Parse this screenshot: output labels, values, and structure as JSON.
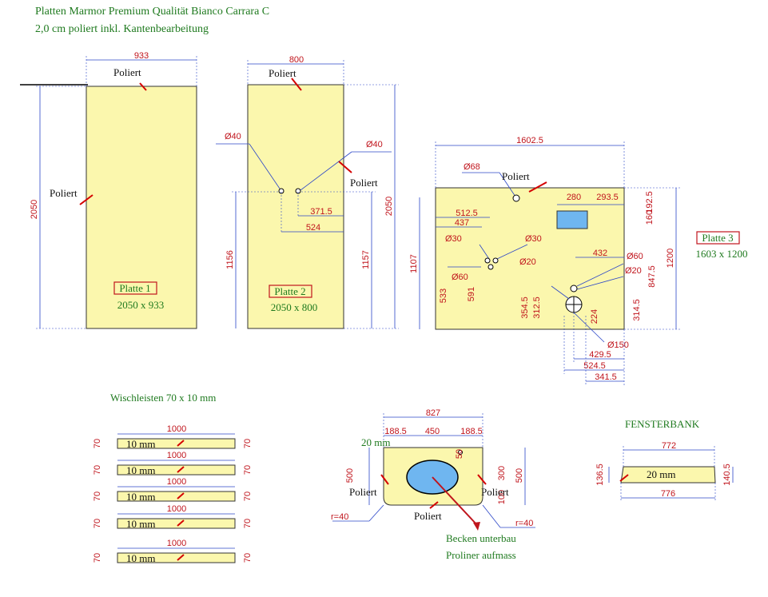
{
  "header": {
    "line1": "Platten Marmor Premium Qualität Bianco Carrara C",
    "line2": "2,0 cm poliert inkl. Kantenbearbeitung"
  },
  "words": {
    "poliert": "Poliert",
    "leisten_title": "Wischleisten 70 x 10 mm",
    "fensterbank_title": "FENSTERBANK",
    "becken_line1": "Becken unterbau",
    "becken_line2": "Proliner aufmass"
  },
  "platte1": {
    "label": "Platte 1",
    "size": "2050 x 933",
    "dims": {
      "width": "933",
      "height": "2050"
    }
  },
  "platte2": {
    "label": "Platte 2",
    "size": "2050 x 800",
    "dims": {
      "width": "800",
      "height": "2050",
      "hole_left": "Ø40",
      "hole_right": "Ø40",
      "left_height": "1156",
      "right_height": "1157",
      "offset1": "371.5",
      "offset2": "524"
    }
  },
  "platte3": {
    "label": "Platte 3",
    "size": "1603 x 1200",
    "dims": {
      "width": "1602.5",
      "height_left": "1107",
      "height_right": "1200",
      "d68": "Ø68",
      "w280": "280",
      "w293": "293.5",
      "v192": "192.5",
      "v160": "160",
      "d512": "512.5",
      "d437": "437",
      "d30a": "Ø30",
      "d30b": "Ø30",
      "d20a": "Ø20",
      "d60a": "Ø60",
      "d432": "432",
      "d60b": "Ø60",
      "d20b": "Ø20",
      "v847": "847.5",
      "v533": "533",
      "v591": "591",
      "v354": "354.5",
      "v312": "312.5",
      "v224": "224",
      "v314": "314.5",
      "d150": "Ø150",
      "h429": "429.5",
      "h524": "524.5",
      "h341": "341.5"
    }
  },
  "leisten": [
    {
      "length": "1000",
      "height": "70",
      "text": "10 mm"
    },
    {
      "length": "1000",
      "height": "70",
      "text": "10 mm"
    },
    {
      "length": "1000",
      "height": "70",
      "text": "10 mm"
    },
    {
      "length": "1000",
      "height": "70",
      "text": "10 mm"
    },
    {
      "length": "1000",
      "height": "70",
      "text": "10 mm"
    }
  ],
  "becken": {
    "width": "827",
    "w188a": "188.5",
    "w450": "450",
    "w188b": "188.5",
    "thickness": "20 mm",
    "height_left": "500",
    "height_right": "500",
    "v300": "300",
    "v100": "100",
    "v50": "50",
    "r_left": "r=40",
    "r_right": "r=40"
  },
  "fensterbank": {
    "top_width": "772",
    "bottom_width": "776",
    "left_h": "136.5",
    "right_h": "140.5",
    "text": "20 mm"
  },
  "colors": {
    "slab": "#fbf7ad",
    "dimension_line": "#2b46c8",
    "dimension_text": "#c0151d",
    "label_text": "#1f7a1f",
    "sink": "#6fb6f0"
  }
}
